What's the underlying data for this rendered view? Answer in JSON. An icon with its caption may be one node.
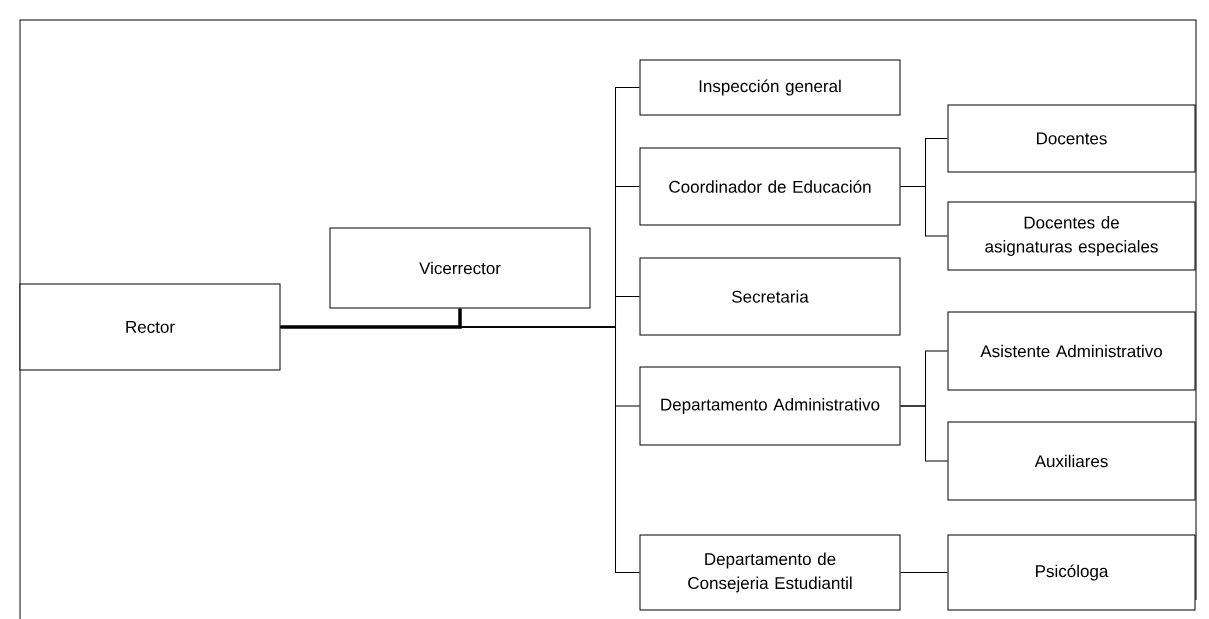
{
  "diagram": {
    "nodes": [
      {
        "text": [
          "Rector"
        ]
      },
      {
        "text": [
          "Vicerrector"
        ]
      },
      {
        "text": [
          "Inspección general"
        ]
      },
      {
        "text": [
          "Coordinador de Educación"
        ]
      },
      {
        "text": [
          "Secretaria"
        ]
      },
      {
        "text": [
          "Departamento Administrativo"
        ]
      },
      {
        "text": [
          "Departamento de Consejeria Estudiantil"
        ]
      },
      {
        "text": [
          "Docentes"
        ]
      },
      {
        "text": [
          "Docentes de asignaturas especiales"
        ]
      },
      {
        "text": [
          "Asistente Administrativo"
        ]
      },
      {
        "text": [
          "Auxiliares"
        ]
      },
      {
        "text": [
          "Psicóloga"
        ]
      }
    ],
    "edges": [
      {
        "from": 0,
        "to": 1,
        "arrow": "none",
        "style": "thick"
      },
      {
        "from": 0,
        "to": 2,
        "arrow": "none"
      },
      {
        "from": 0,
        "to": 3,
        "arrow": "none"
      },
      {
        "from": 0,
        "to": 4,
        "arrow": "none"
      },
      {
        "from": 0,
        "to": 5,
        "arrow": "none"
      },
      {
        "from": 0,
        "to": 6,
        "arrow": "none"
      },
      {
        "from": 3,
        "to": 7,
        "arrow": "none"
      },
      {
        "from": 3,
        "to": 8,
        "arrow": "none"
      },
      {
        "from": 5,
        "to": 9,
        "arrow": "none"
      },
      {
        "from": 5,
        "to": 10,
        "arrow": "none"
      },
      {
        "from": 6,
        "to": 11,
        "arrow": "none"
      }
    ]
  }
}
